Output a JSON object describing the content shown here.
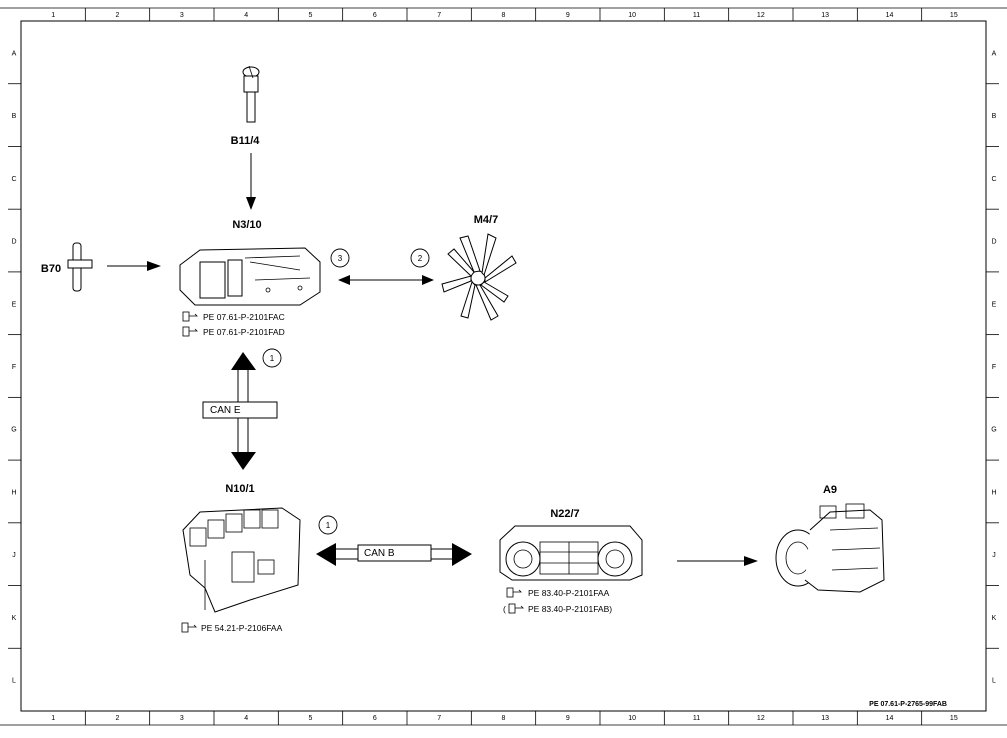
{
  "grid": {
    "cols": [
      "1",
      "2",
      "3",
      "4",
      "5",
      "6",
      "7",
      "8",
      "9",
      "10",
      "11",
      "12",
      "13",
      "14",
      "15"
    ],
    "rows": [
      "A",
      "B",
      "C",
      "D",
      "E",
      "F",
      "G",
      "H",
      "J",
      "K",
      "L"
    ]
  },
  "components": {
    "b11_4": "B11/4",
    "b70": "B70",
    "n3_10": "N3/10",
    "m4_7": "M4/7",
    "n10_1": "N10/1",
    "n22_7": "N22/7",
    "a9": "A9"
  },
  "refs": {
    "n3_10_a": "PE 07.61-P-2101FAC",
    "n3_10_b": "PE 07.61-P-2101FAD",
    "n10_1": "PE 54.21-P-2106FAA",
    "n22_7_a": "PE 83.40-P-2101FAA",
    "n22_7_b": "PE 83.40-P-2101FAB)",
    "n22_7_b_paren": "("
  },
  "buses": {
    "can_e": "CAN E",
    "can_b": "CAN B"
  },
  "markers": {
    "can_e_num": "1",
    "can_b_num": "1",
    "m47_out": "3",
    "m47_in": "2"
  },
  "footer": "PE 07.61-P-2765-99FAB",
  "icons": {
    "ref": "hand-book-icon"
  }
}
